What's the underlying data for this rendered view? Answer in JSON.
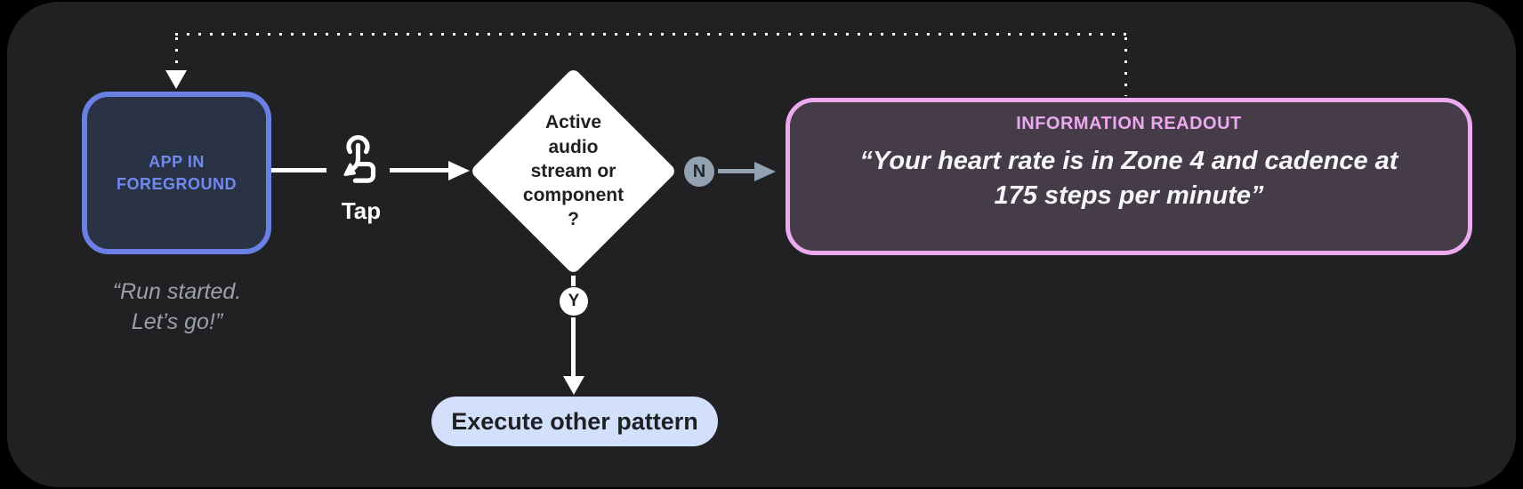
{
  "colors": {
    "background": "#000000",
    "card": "#212124",
    "app_border": "#6B80E4",
    "app_fill": "#2A3246",
    "app_text": "#7289EE",
    "muted_text": "#9AA0A6",
    "connector_white": "#FFFFFF",
    "branch_no_slate": "#93A2B1",
    "readout_border": "#ECABEF",
    "readout_fill": "#463C49",
    "readout_title": "#ECA9EF",
    "pill_bg": "#D3E0FB",
    "dark_text": "#1E2124"
  },
  "flow": {
    "app_node": {
      "label": "APP IN\nFOREGROUND",
      "caption": "“Run started.\nLet’s go!”"
    },
    "tap_step": {
      "label": "Tap",
      "icon": "tap-gesture-icon"
    },
    "decision": {
      "question": "Active\naudio\nstream or\ncomponent\n?"
    },
    "branch_no": {
      "badge": "N"
    },
    "branch_yes": {
      "badge": "Y"
    },
    "readout": {
      "title": "INFORMATION READOUT",
      "quote": "“Your heart rate is in Zone 4 and cadence at\n175 steps per minute”"
    },
    "action": {
      "label": "Execute other pattern"
    }
  }
}
